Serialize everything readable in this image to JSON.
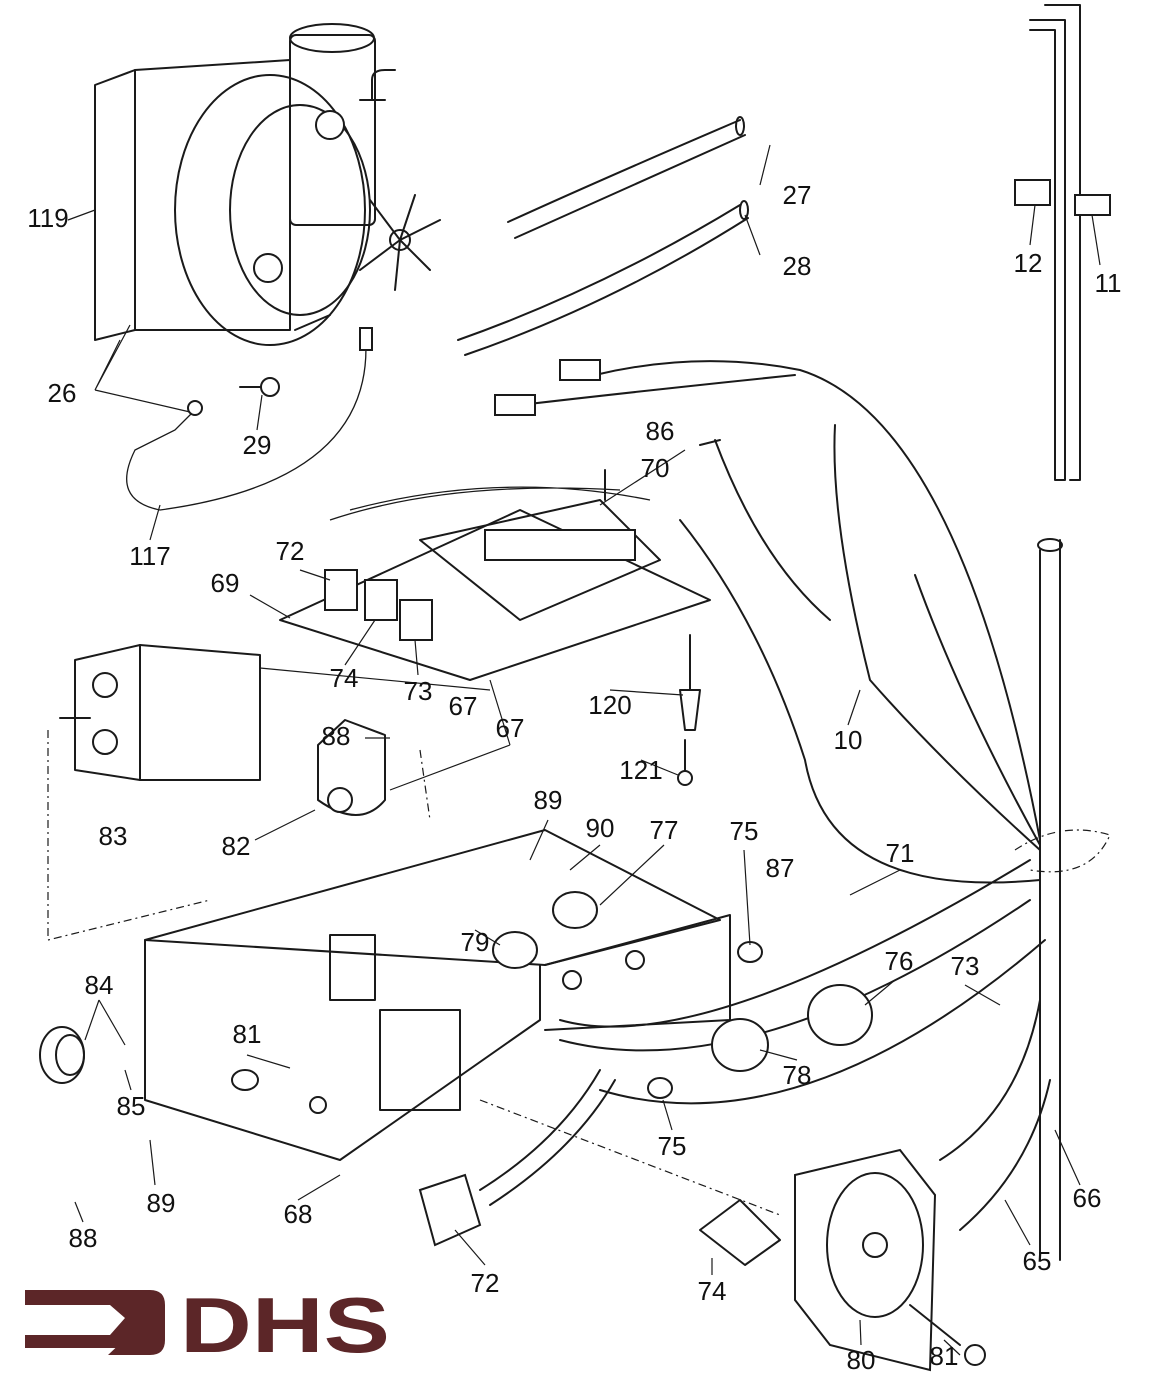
{
  "diagram": {
    "type": "exploded parts diagram",
    "callouts": [
      "119",
      "27",
      "28",
      "12",
      "11",
      "26",
      "29",
      "86",
      "70",
      "117",
      "72",
      "69",
      "74",
      "73",
      "67",
      "120",
      "88",
      "67",
      "10",
      "121",
      "83",
      "82",
      "89",
      "90",
      "77",
      "75",
      "87",
      "71",
      "76",
      "73",
      "79",
      "84",
      "81",
      "85",
      "78",
      "75",
      "66",
      "89",
      "88",
      "68",
      "72",
      "65",
      "74",
      "80",
      "81"
    ]
  },
  "logo": {
    "text": "DHS",
    "color": "#5c2628"
  }
}
